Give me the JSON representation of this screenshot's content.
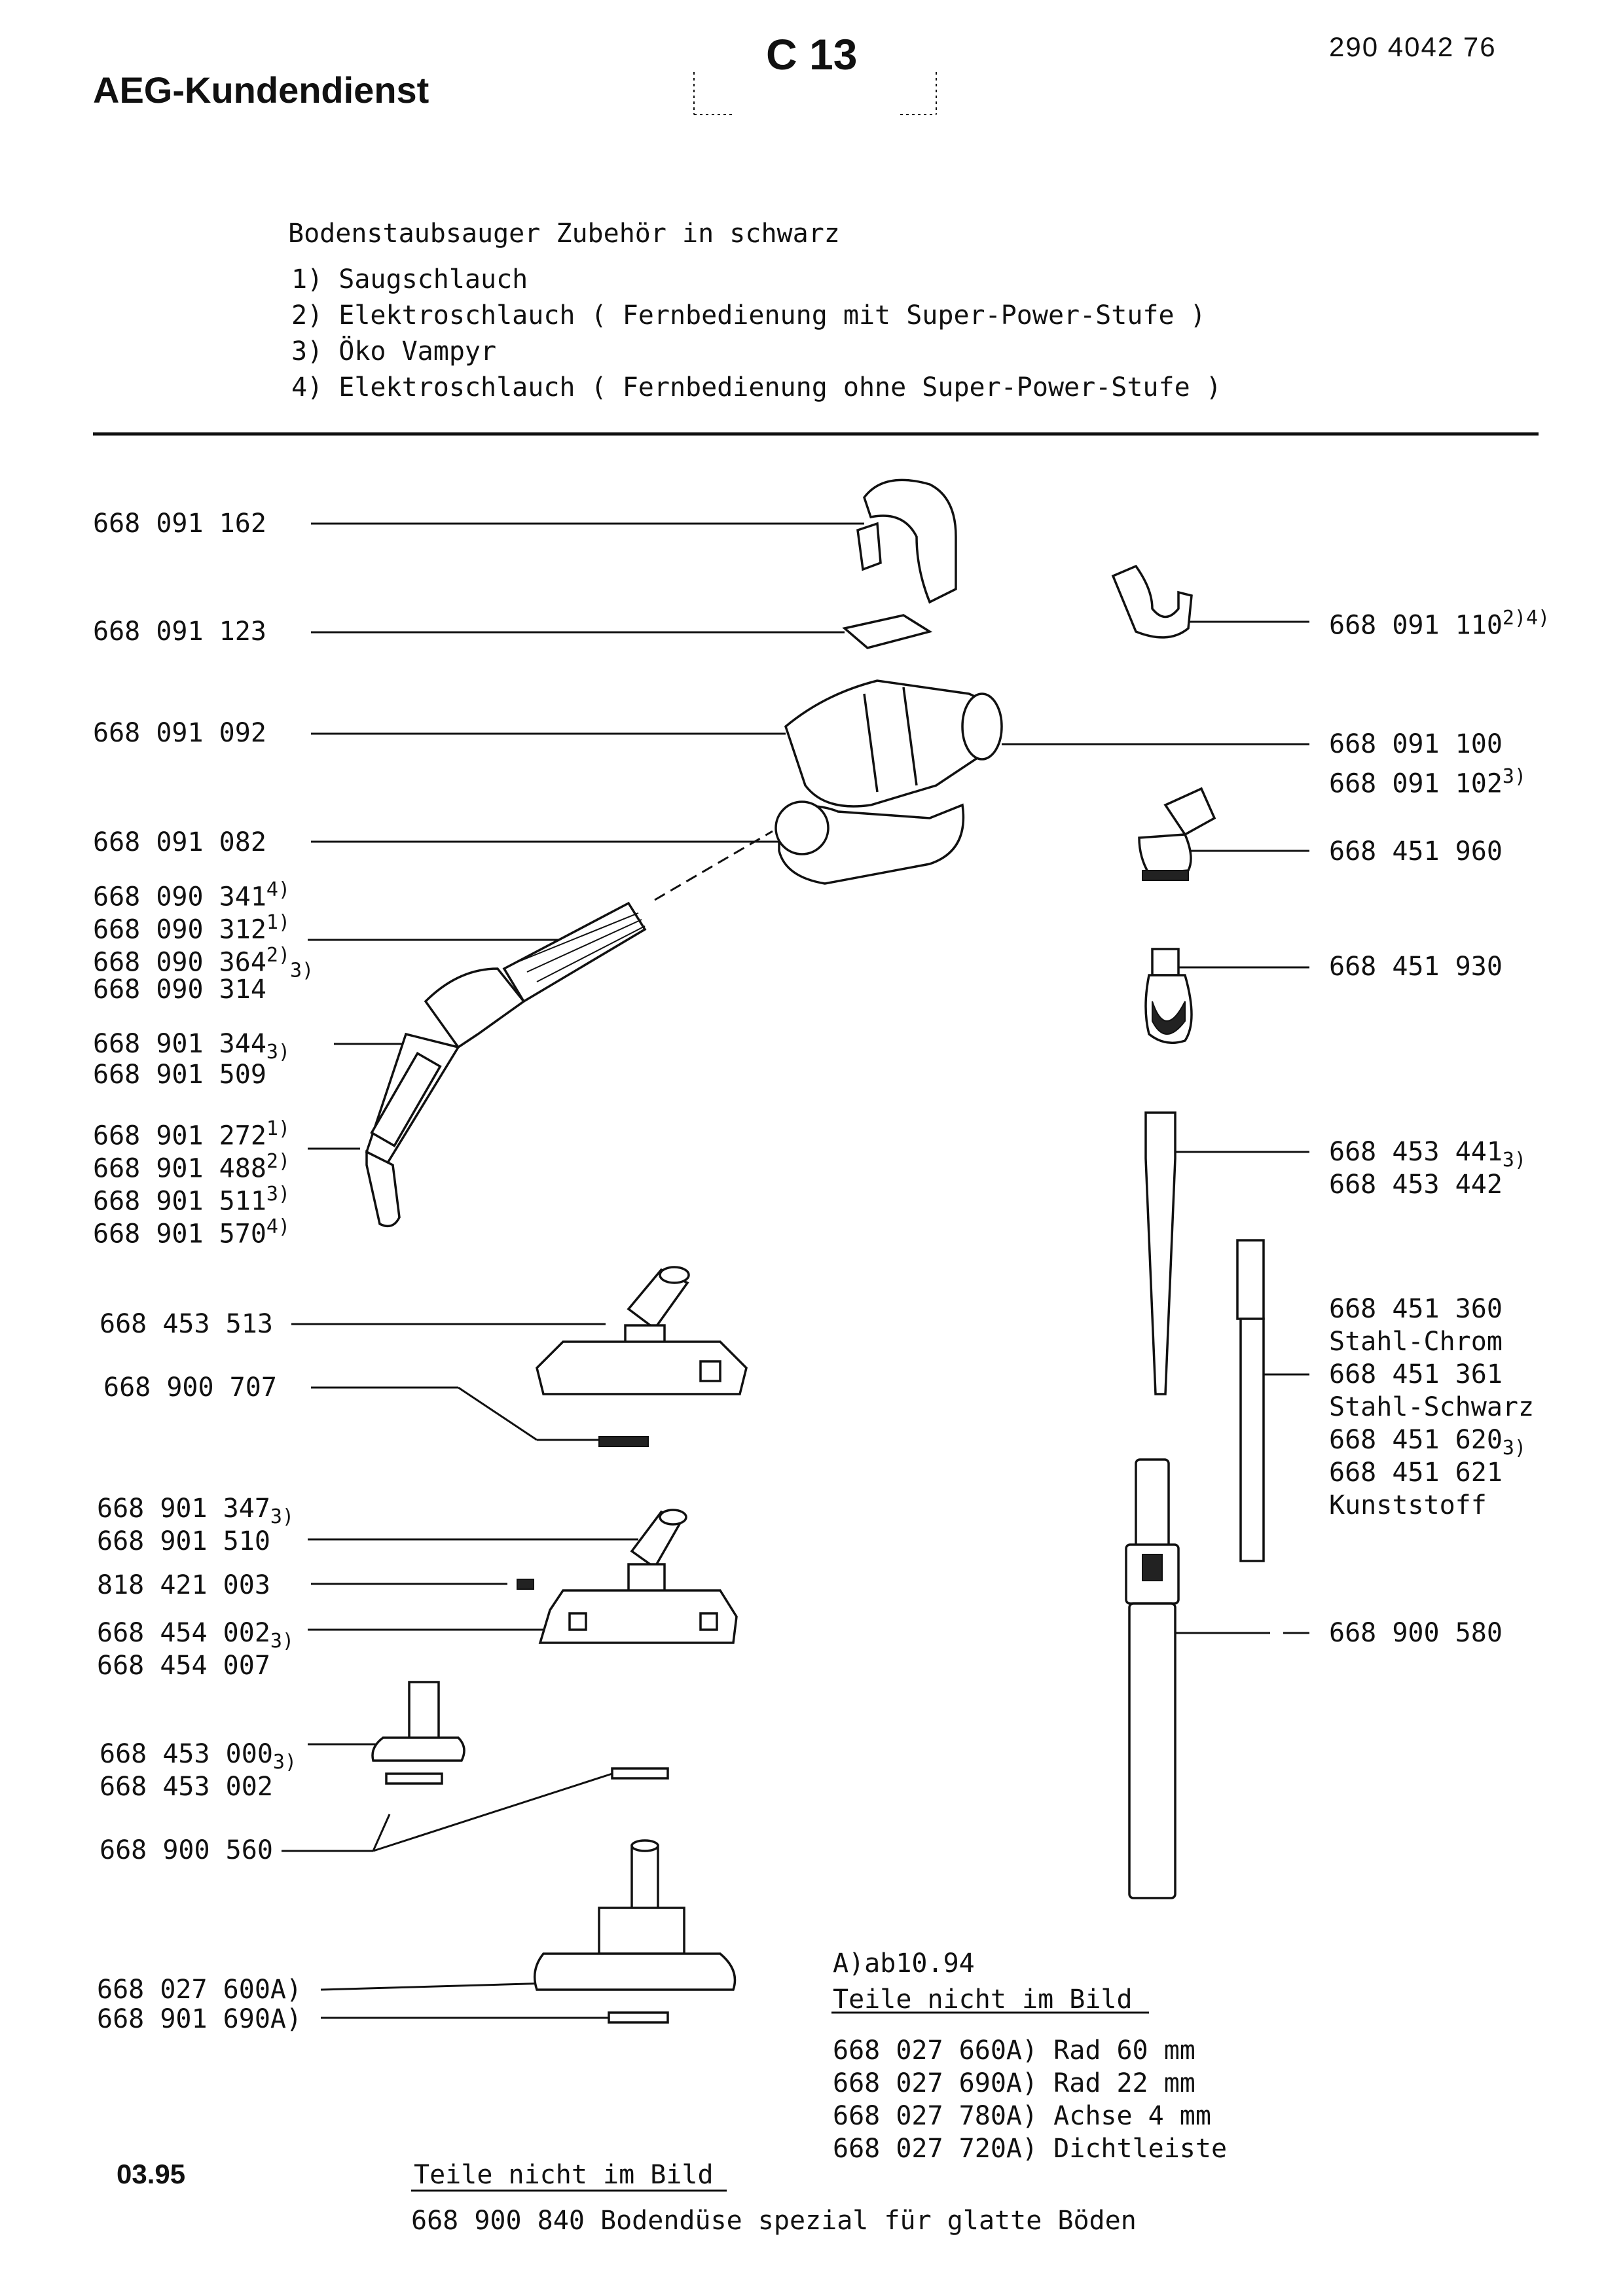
{
  "header": {
    "brand": "AEG-Kundendienst",
    "sheet": "C 13",
    "doc_number": "290 4042 76"
  },
  "intro": {
    "title": "Bodenstaubsauger  Zubehör in schwarz",
    "variants": [
      "1) Saugschlauch",
      "2) Elektroschlauch ( Fernbedienung mit Super-Power-Stufe )",
      "3) Öko Vampyr",
      "4) Elektroschlauch ( Fernbedienung ohne Super-Power-Stufe )"
    ]
  },
  "left_parts": {
    "p1": "668 091 162",
    "p2": "668 091 123",
    "p3": "668 091 092",
    "p4": "668 091 082",
    "p5a": "668 090 341",
    "p5b": "668 090 312",
    "p5c": "668 090 364",
    "p5d": "668 090 314",
    "p6a": "668 901 344",
    "p6b": "668 901 509",
    "p7a": "668 901 272",
    "p7b": "668 901 488",
    "p7c": "668 901 511",
    "p7d": "668 901 570",
    "p8": "668 453 513",
    "p9": "668 900 707",
    "p10a": "668 901 347",
    "p10b": "668 901 510",
    "p11": "818 421 003",
    "p12a": "668 454 002",
    "p12b": "668 454 007",
    "p13a": "668 453 000",
    "p13b": "668 453 002",
    "p14": "668 900 560",
    "p15": "668 027 600A)",
    "p16": "668 901 690A)"
  },
  "right_parts": {
    "r1": "668 091 110",
    "r2a": "668 091 100",
    "r2b": "668 091 102",
    "r3": "668 451 960",
    "r4": "668 451 930",
    "r5a": "668 453 441",
    "r5b": "668 453 442",
    "r6a": "668 451 360",
    "r6b": "Stahl-Chrom",
    "r6c": "668 451 361",
    "r6d": "Stahl-Schwarz",
    "r6e": "668 451 620",
    "r6f": "668 451 621",
    "r6g": "Kunststoff",
    "r7": "668 900 580"
  },
  "marks": {
    "m1": "1)",
    "m2": "2)",
    "m3": "3)",
    "m4": "4)",
    "m24": "2)4)"
  },
  "notes_a": {
    "since": "A)ab10.94",
    "heading": "Teile nicht im Bild",
    "rows": [
      "668 027 660A) Rad 60 mm",
      "668 027 690A) Rad 22 mm",
      "668 027 780A) Achse 4 mm",
      "668 027 720A) Dichtleiste"
    ]
  },
  "footer": {
    "date": "03.95",
    "heading": "Teile nicht im Bild",
    "item": "668 900 840  Bodendüse spezial für glatte Böden"
  },
  "colors": {
    "ink": "#111111",
    "paper": "#ffffff"
  }
}
